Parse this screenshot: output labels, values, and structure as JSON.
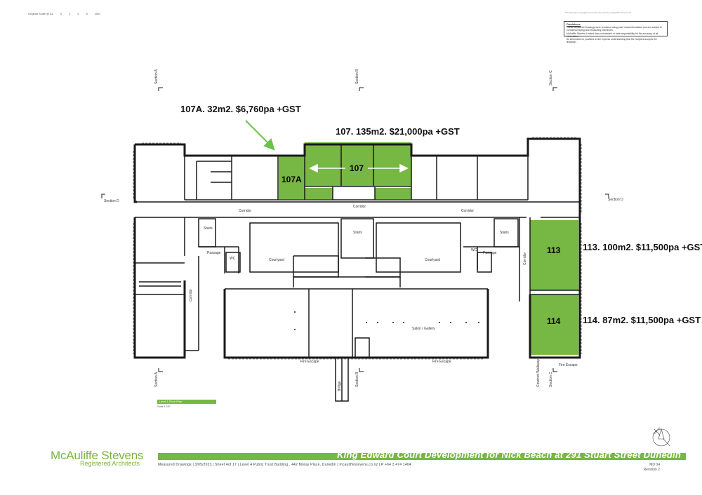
{
  "header": {
    "scale_note": "Original Scale @ A1",
    "scale_ticks": [
      "0",
      "1",
      "2",
      "5",
      "10m"
    ],
    "small_top_note": "This drawing is copyright and remains the property of McAuliffe Stevens Ltd.",
    "disclaimer_title": "Disclaimer:",
    "disclaimer_lines": [
      "These Measured Drawings were produced using point cloud information and are subject to",
      "normal surveying and measuring tolerances.",
      "McAuliffe Stevens Limited does not warrant or take responsibility for the accuracy of all information.",
      "All information is provided on the express understanding that the recipient accepts the limitation."
    ]
  },
  "callouts": {
    "c107a": "107A. 32m2. $6,760pa +GST",
    "c107": "107. 135m2. $21,000pa +GST",
    "c113": "113. 100m2. $11,500pa +GST",
    "c114": "114. 87m2. $11,500pa +GST"
  },
  "rooms": {
    "r107a": "107A",
    "r107": "107",
    "r113": "113",
    "r114": "114"
  },
  "plan_labels": {
    "corridor": "Corridor",
    "stairs": "Stairs",
    "passage": "Passage",
    "courtyard": "Courtyard",
    "wc": "WC",
    "fire_escape": "Fire Escape",
    "bridge": "Bridge",
    "salon": "Salon / Gallery",
    "covered_walkway": "Covered Walkway",
    "section_a": "Section A",
    "section_b": "Section B",
    "section_c": "Section C",
    "section_d": "Section D"
  },
  "plan_title": "Level 1 Floor Plan",
  "plan_scale": "Scale 1:100",
  "north_label": "NORTH",
  "footer": {
    "logo_name": "McAuliffe Stevens",
    "logo_sub": "Registered Architects",
    "project_title": "King Edward Court Development for Nick Beach at 291 Stuart Street Dunedin",
    "details": "Measured Drawings  |  3/05/2023  |  Sheet 4of 17 | Level 4 Public Trust Building , 442 Moray Place, Dunedin  |  mcauliffestevens.co.nz  |  P +64 3 474 1404",
    "sheet_id": "MD 04",
    "revision": "Revision 2"
  },
  "colors": {
    "green": "#77b743",
    "wall": "#1a1a1a",
    "arrow": "#6cc24a"
  }
}
